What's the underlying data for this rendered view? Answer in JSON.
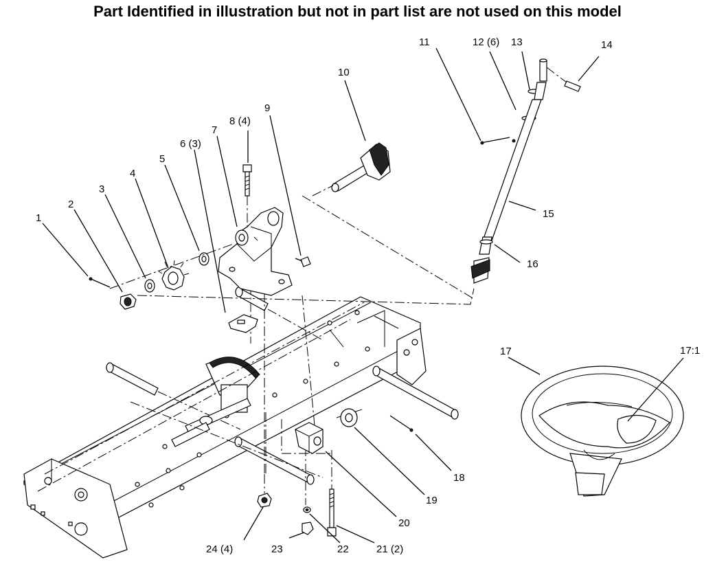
{
  "title": "Part Identified in illustration but not in part list are not used on this model",
  "labels": {
    "p1": "1",
    "p2": "2",
    "p3": "3",
    "p4": "4",
    "p5": "5",
    "p6": "6 (3)",
    "p7": "7",
    "p8": "8 (4)",
    "p9": "9",
    "p10": "10",
    "p11": "11",
    "p12": "12 (6)",
    "p13": "13",
    "p14": "14",
    "p15": "15",
    "p16": "16",
    "p17": "17",
    "p17_1": "17:1",
    "p18": "18",
    "p19": "19",
    "p20": "20",
    "p21": "21 (2)",
    "p22": "22",
    "p23": "23",
    "p24": "24 (4)"
  }
}
